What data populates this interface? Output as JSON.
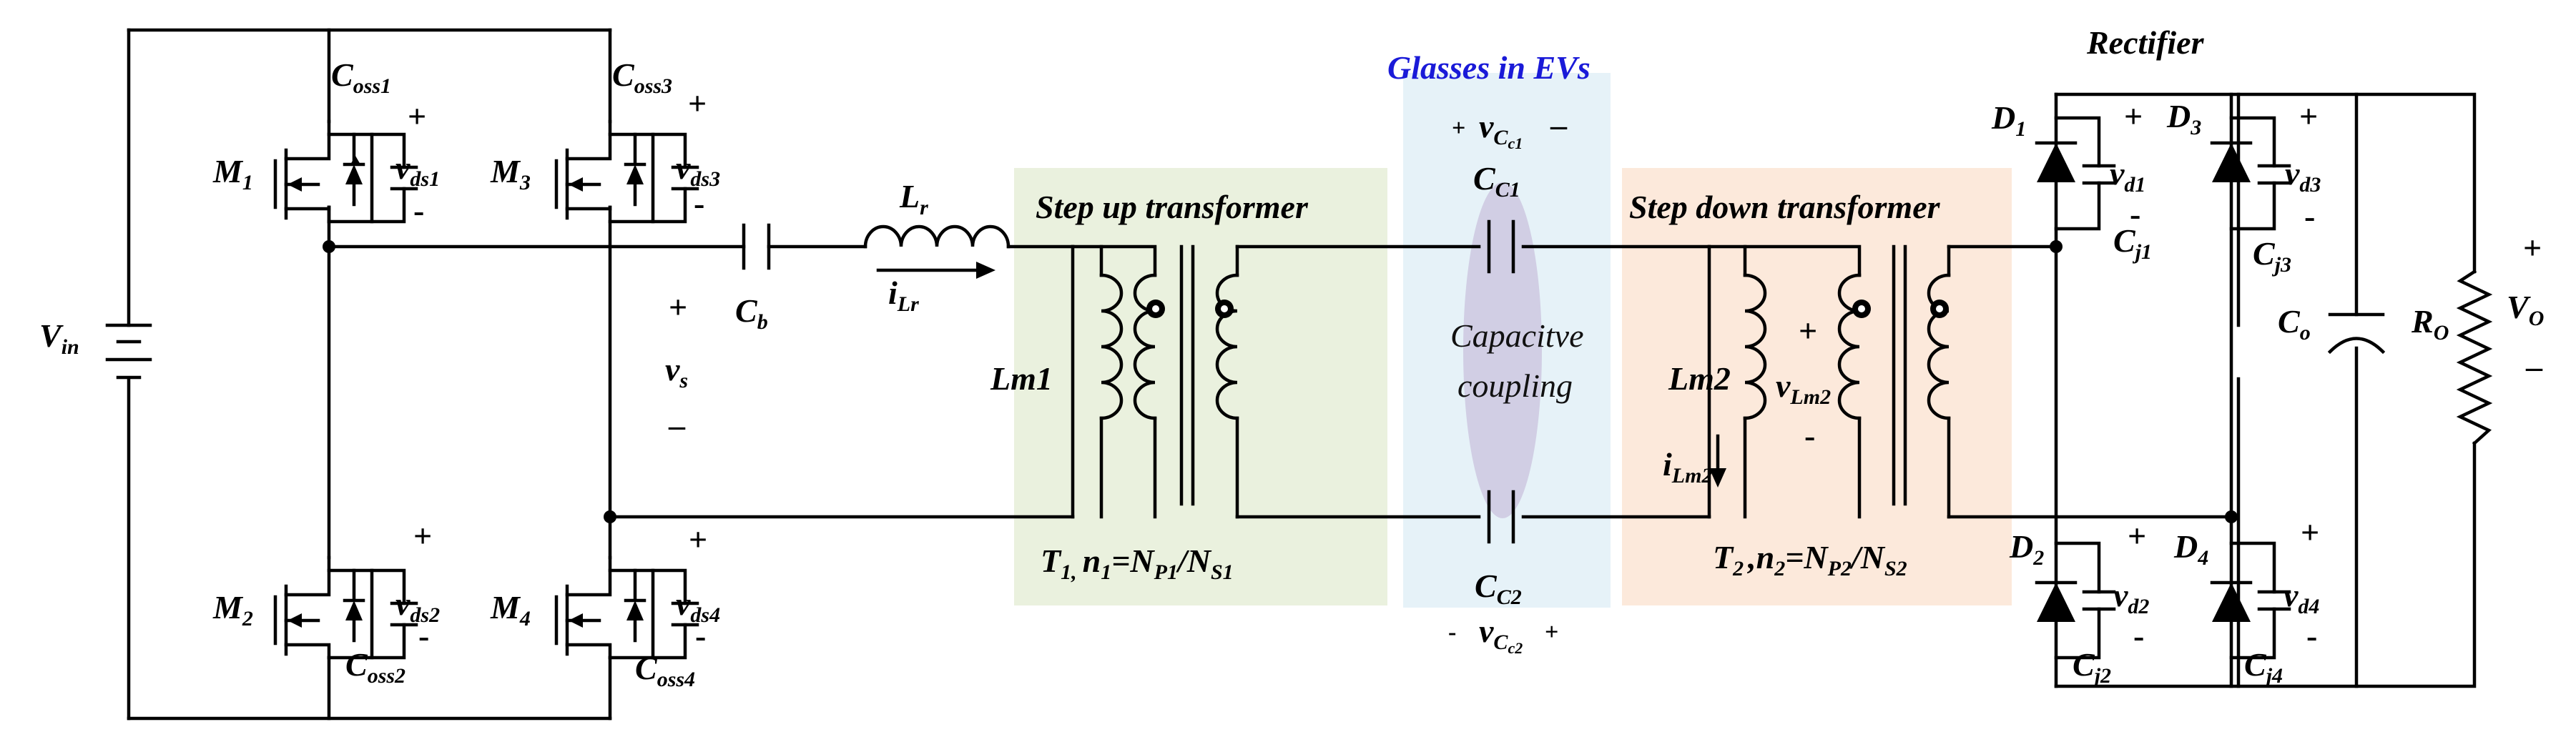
{
  "headings": {
    "glasses": "Glasses in EVs",
    "rectifier": "Rectifier",
    "step_up": "Step up transformer",
    "step_down": "Step down transformer",
    "capacitive": [
      "Capacitve",
      "coupling"
    ]
  },
  "region_colors": {
    "step_up": "#eaf1de",
    "glasses": "#e6f2f8",
    "step_down": "#fce9db",
    "ellipse": "#cdc8e0",
    "glasses_text": "#1a1ad8"
  },
  "transformers": {
    "t1": {
      "name": "T",
      "sub": "1,",
      "n": "n",
      "n_sub": "1",
      "eq": "=N",
      "p_sub": "P1",
      "slash": "/N",
      "s_sub": "S1"
    },
    "t2": {
      "name": "T",
      "sub": "2",
      "n": ",n",
      "n_sub": "2",
      "eq": "=N",
      "p_sub": "P2",
      "slash": "/N",
      "s_sub": "S2"
    }
  },
  "labels": {
    "vin": {
      "main": "V",
      "sub": "in"
    },
    "m1": {
      "main": "M",
      "sub": "1"
    },
    "m2": {
      "main": "M",
      "sub": "2"
    },
    "m3": {
      "main": "M",
      "sub": "3"
    },
    "m4": {
      "main": "M",
      "sub": "4"
    },
    "coss1": {
      "main": "C",
      "sub": "oss1"
    },
    "coss2": {
      "main": "C",
      "sub": "oss2"
    },
    "coss3": {
      "main": "C",
      "sub": "oss3"
    },
    "coss4": {
      "main": "C",
      "sub": "oss4"
    },
    "vds1": {
      "main": "v",
      "sub": "ds1"
    },
    "vds2": {
      "main": "v",
      "sub": "ds2"
    },
    "vds3": {
      "main": "v",
      "sub": "ds3"
    },
    "vds4": {
      "main": "v",
      "sub": "ds4"
    },
    "cb": {
      "main": "C",
      "sub": "b"
    },
    "vs": {
      "main": "v",
      "sub": "s"
    },
    "lr": {
      "main": "L",
      "sub": "r"
    },
    "ilr": {
      "main": "i",
      "sub": "Lr"
    },
    "lm1": "Lm1",
    "lm2": "Lm2",
    "cc1": {
      "main": "C",
      "sub": "C1"
    },
    "cc2": {
      "main": "C",
      "sub": "C2"
    },
    "vcc1": {
      "main": "v",
      "sub": "C",
      "subsub": "c1"
    },
    "vcc2": {
      "main": "v",
      "sub": "C",
      "subsub": "c2"
    },
    "vlm2": {
      "main": "v",
      "sub": "Lm2"
    },
    "ilm2": {
      "main": "i",
      "sub": "Lm2"
    },
    "d1": {
      "main": "D",
      "sub": "1"
    },
    "d2": {
      "main": "D",
      "sub": "2"
    },
    "d3": {
      "main": "D",
      "sub": "3"
    },
    "d4": {
      "main": "D",
      "sub": "4"
    },
    "vd1": {
      "main": "v",
      "sub": "d1"
    },
    "vd2": {
      "main": "v",
      "sub": "d2"
    },
    "vd3": {
      "main": "v",
      "sub": "d3"
    },
    "vd4": {
      "main": "v",
      "sub": "d4"
    },
    "cj1": {
      "main": "C",
      "sub": "j1"
    },
    "cj2": {
      "main": "C",
      "sub": "j2"
    },
    "cj3": {
      "main": "C",
      "sub": "j3"
    },
    "cj4": {
      "main": "C",
      "sub": "j4"
    },
    "co": {
      "main": "C",
      "sub": "o"
    },
    "ro": {
      "main": "R",
      "sub": "O"
    },
    "vo": {
      "main": "V",
      "sub": "O"
    }
  },
  "signs": {
    "plus": "+",
    "minus": "-",
    "minus_long": "–"
  }
}
